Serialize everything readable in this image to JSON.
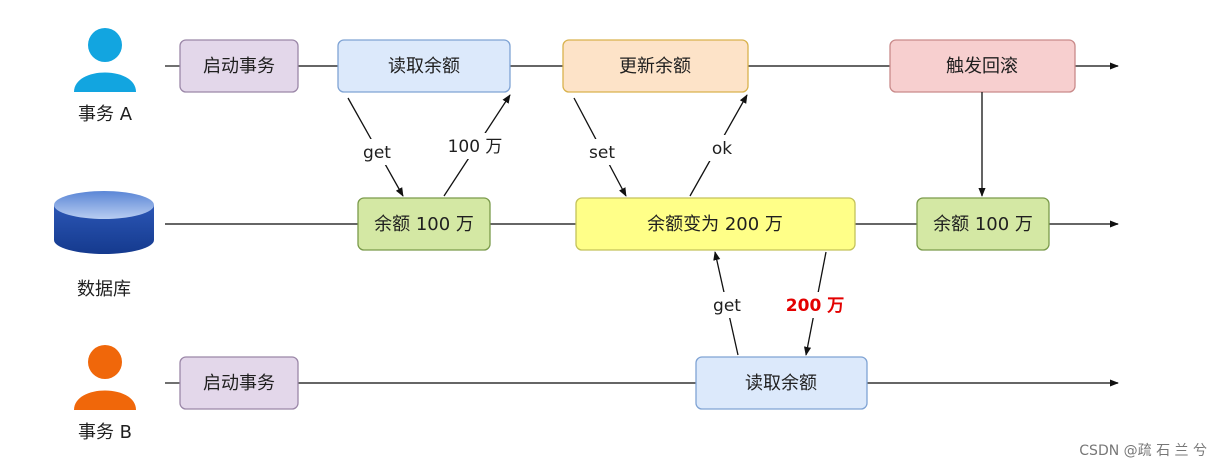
{
  "actors": {
    "a": {
      "label": "事务 A",
      "icon": "user-icon",
      "color": "#12a5e0"
    },
    "db": {
      "label": "数据库",
      "icon": "database-icon",
      "color": "#2f59b8"
    },
    "b": {
      "label": "事务 B",
      "icon": "user-icon",
      "color": "#f0670a"
    }
  },
  "boxes": {
    "a_start": "启动事务",
    "a_read": "读取余额",
    "a_update": "更新余额",
    "a_rollback": "触发回滚",
    "db_bal1": "余额 100 万",
    "db_bal2": "余额变为 200 万",
    "db_bal3": "余额 100 万",
    "b_start": "启动事务",
    "b_read": "读取余额"
  },
  "edges": {
    "get1": "get",
    "val100": "100 万",
    "set": "set",
    "ok": "ok",
    "get2": "get",
    "val200": "200 万"
  },
  "colors": {
    "purple": "#e3d7ea",
    "blue": "#dce9fb",
    "orange": "#fde3c8",
    "red": "#f7cfcf",
    "green": "#d4e8a4",
    "yellow": "#ffff88",
    "highlight_text": "#e30000"
  },
  "watermark": "CSDN @疏 石 兰 兮"
}
